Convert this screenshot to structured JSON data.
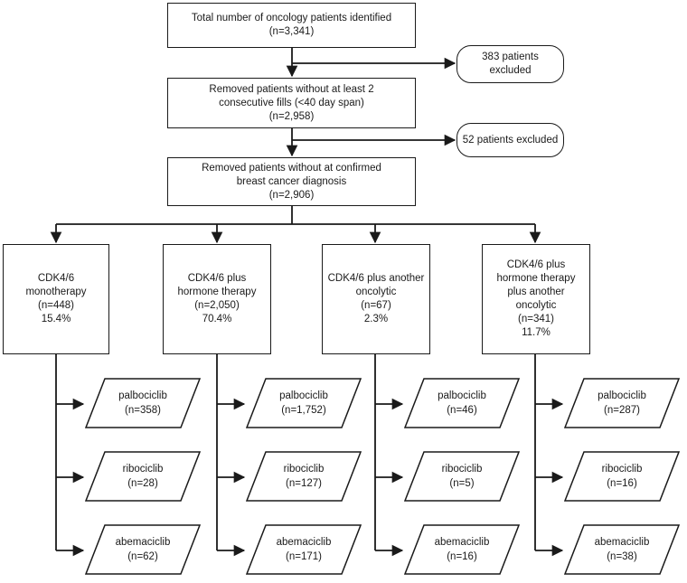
{
  "diagram": {
    "top": {
      "title": "Total number of oncology patients identified",
      "n": "(n=3,341)"
    },
    "excluded_1": {
      "line1": "383 patients",
      "line2": "excluded"
    },
    "step2": {
      "line1": "Removed patients without at least 2",
      "line2": "consecutive fills (<40 day span)",
      "n": "(n=2,958)"
    },
    "excluded_2": {
      "line1": "52 patients excluded"
    },
    "step3": {
      "line1": "Removed patients without at confirmed",
      "line2": "breast cancer diagnosis",
      "n": "(n=2,906)"
    },
    "groups": [
      {
        "lines": [
          "CDK4/6",
          "monotherapy",
          "(n=448)",
          "15.4%"
        ],
        "drugs": [
          {
            "name": "palbociclib",
            "n": "(n=358)"
          },
          {
            "name": "ribociclib",
            "n": "(n=28)"
          },
          {
            "name": "abemaciclib",
            "n": "(n=62)"
          }
        ]
      },
      {
        "lines": [
          "CDK4/6 plus",
          "hormone therapy",
          "(n=2,050)",
          "70.4%"
        ],
        "drugs": [
          {
            "name": "palbociclib",
            "n": "(n=1,752)"
          },
          {
            "name": "ribociclib",
            "n": "(n=127)"
          },
          {
            "name": "abemaciclib",
            "n": "(n=171)"
          }
        ]
      },
      {
        "lines": [
          "CDK4/6 plus another",
          "oncolytic",
          "(n=67)",
          "2.3%"
        ],
        "drugs": [
          {
            "name": "palbociclib",
            "n": "(n=46)"
          },
          {
            "name": "ribociclib",
            "n": "(n=5)"
          },
          {
            "name": "abemaciclib",
            "n": "(n=16)"
          }
        ]
      },
      {
        "lines": [
          "CDK4/6 plus",
          "hormone therapy",
          "plus another",
          "oncolytic",
          "(n=341)",
          "11.7%"
        ],
        "drugs": [
          {
            "name": "palbociclib",
            "n": "(n=287)"
          },
          {
            "name": "ribociclib",
            "n": "(n=16)"
          },
          {
            "name": "abemaciclib",
            "n": "(n=38)"
          }
        ]
      }
    ]
  },
  "colors": {
    "stroke": "#1a1a1a",
    "fill": "#ffffff"
  }
}
